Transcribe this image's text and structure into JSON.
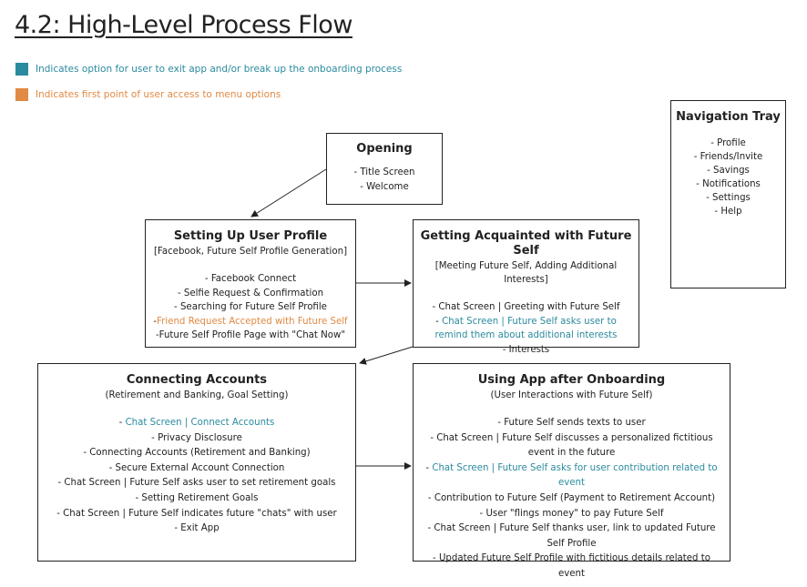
{
  "title": "4.2: High-Level Process Flow",
  "colors": {
    "teal": "#2a8a9e",
    "orange": "#e08a44"
  },
  "legend": [
    {
      "text": "Indicates option for user to exit app and/or break up the onboarding process",
      "color": "teal"
    },
    {
      "text": "Indicates first point of user access to menu options",
      "color": "orange"
    }
  ],
  "opening": {
    "title": "Opening",
    "items": [
      {
        "text": "- Title Screen",
        "style": "normal"
      },
      {
        "text": "- Welcome",
        "style": "normal"
      }
    ]
  },
  "navigation": {
    "title": "Navigation Tray",
    "items": [
      "- Profile",
      "- Friends/Invite",
      "- Savings",
      "- Notifications",
      "- Settings",
      "- Help"
    ]
  },
  "profile": {
    "title": "Setting Up User Profile",
    "subtitle": "[Facebook, Future Self Profile Generation]",
    "items": [
      {
        "text": "- Facebook Connect",
        "style": "normal"
      },
      {
        "text": "- Selfie Request & Confirmation",
        "style": "normal"
      },
      {
        "text": "- Searching for Future Self Profile",
        "style": "normal"
      },
      {
        "prefix": "-",
        "text": "Friend Request Accepted with Future Self",
        "style": "orange"
      },
      {
        "text": "-Future Self Profile Page with \"Chat Now\"",
        "style": "normal"
      }
    ]
  },
  "acquainted": {
    "title": "Getting Acquainted with Future Self",
    "subtitle": "[Meeting Future Self, Adding Additional Interests]",
    "items": [
      {
        "text": "- Chat Screen | Greeting with Future Self",
        "style": "normal"
      },
      {
        "prefix": "- ",
        "text": "Chat Screen | Future Self asks user to remind them about additional interests",
        "style": "teal"
      },
      {
        "text": "- Interests",
        "style": "normal"
      }
    ]
  },
  "accounts": {
    "title": "Connecting Accounts",
    "subtitle": "(Retirement and Banking, Goal Setting)",
    "items": [
      {
        "prefix": "- ",
        "text": "Chat Screen | Connect Accounts",
        "style": "teal"
      },
      {
        "text": "- Privacy Disclosure",
        "style": "normal"
      },
      {
        "text": "- Connecting Accounts (Retirement and Banking)",
        "style": "normal"
      },
      {
        "text": "- Secure External Account Connection",
        "style": "normal"
      },
      {
        "text": "- Chat Screen | Future Self asks user to set retirement goals",
        "style": "normal"
      },
      {
        "text": "- Setting Retirement Goals",
        "style": "normal"
      },
      {
        "text": "- Chat Screen | Future Self indicates future \"chats\" with user",
        "style": "normal"
      },
      {
        "text": "- Exit App",
        "style": "normal"
      }
    ]
  },
  "using": {
    "title": "Using App after Onboarding",
    "subtitle": "(User Interactions with Future Self)",
    "items": [
      {
        "text": "- Future Self sends texts to user",
        "style": "normal"
      },
      {
        "text": "- Chat Screen | Future Self discusses a personalized fictitious event in the future",
        "style": "normal"
      },
      {
        "prefix": "- ",
        "text": "Chat Screen | Future Self asks for user contribution related to event",
        "style": "teal"
      },
      {
        "text": "- Contribution to Future Self (Payment to Retirement Account)",
        "style": "normal"
      },
      {
        "text": "- User \"flings money\" to pay Future Self",
        "style": "normal"
      },
      {
        "text": "- Chat Screen | Future Self thanks user, link to updated Future Self Profile",
        "style": "normal"
      },
      {
        "text": "- Updated Future Self Profile with fictitious details related to event",
        "style": "normal"
      }
    ]
  }
}
